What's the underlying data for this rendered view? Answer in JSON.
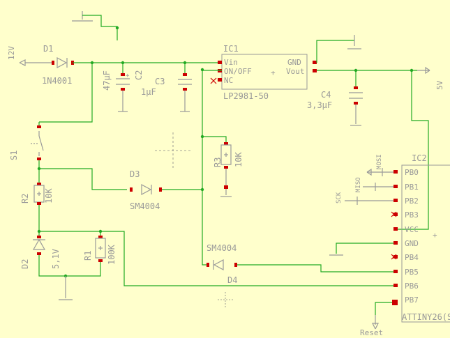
{
  "components": {
    "d1": {
      "ref": "D1",
      "value": "1N4001"
    },
    "c2": {
      "ref": "C2",
      "value": "47µF"
    },
    "c3": {
      "ref": "C3",
      "value": "1µF"
    },
    "ic1": {
      "ref": "IC1",
      "value": "LP2981-50",
      "pins": {
        "vin": "Vin",
        "onoff": "ON/OFF",
        "nc": "NC",
        "gnd": "GND",
        "vout": "Vout"
      }
    },
    "c4": {
      "ref": "C4",
      "value": "3,3µF"
    },
    "s1": {
      "ref": "S1"
    },
    "r2": {
      "ref": "R2",
      "value": "10K"
    },
    "r3": {
      "ref": "R3",
      "value": "10K"
    },
    "d3": {
      "ref": "D3",
      "value": "SM4004"
    },
    "d2": {
      "ref": "D2",
      "value": "5,1V"
    },
    "r1": {
      "ref": "R1",
      "value": "100K"
    },
    "d4": {
      "ref": "D4",
      "value": "SM4004"
    },
    "ic2": {
      "ref": "IC2",
      "value": "ATTINY26(S",
      "pins": [
        "PB0",
        "PB1",
        "PB2",
        "PB3",
        "VCC",
        "GND",
        "PB4",
        "PB5",
        "PB6",
        "PB7"
      ]
    }
  },
  "nets": {
    "v12": "12V",
    "v5": "5V",
    "mosi": "MOSI",
    "miso": "MISO",
    "sck": "SCK",
    "reset": "Reset"
  }
}
